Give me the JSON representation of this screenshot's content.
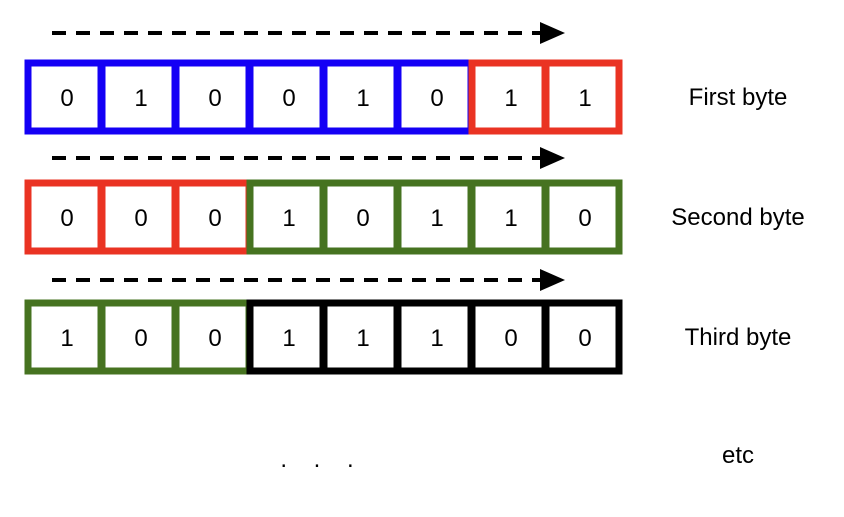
{
  "bytes": [
    {
      "label": "First byte",
      "bits": [
        "0",
        "1",
        "0",
        "0",
        "1",
        "0",
        "1",
        "1"
      ],
      "colors": [
        "#1400f5",
        "#1400f5",
        "#1400f5",
        "#1400f5",
        "#1400f5",
        "#1400f5",
        "#ea3323",
        "#ea3323"
      ]
    },
    {
      "label": "Second byte",
      "bits": [
        "0",
        "0",
        "0",
        "1",
        "0",
        "1",
        "1",
        "0"
      ],
      "colors": [
        "#ea3323",
        "#ea3323",
        "#ea3323",
        "#467320",
        "#467320",
        "#467320",
        "#467320",
        "#467320"
      ]
    },
    {
      "label": "Third byte",
      "bits": [
        "1",
        "0",
        "0",
        "1",
        "1",
        "1",
        "0",
        "0"
      ],
      "colors": [
        "#467320",
        "#467320",
        "#467320",
        "#000000",
        "#000000",
        "#000000",
        "#000000",
        "#000000"
      ]
    }
  ],
  "ellipsis": ". . .",
  "etc_label": "etc",
  "icons": {
    "arrow": "dashed-right-arrow-icon"
  }
}
